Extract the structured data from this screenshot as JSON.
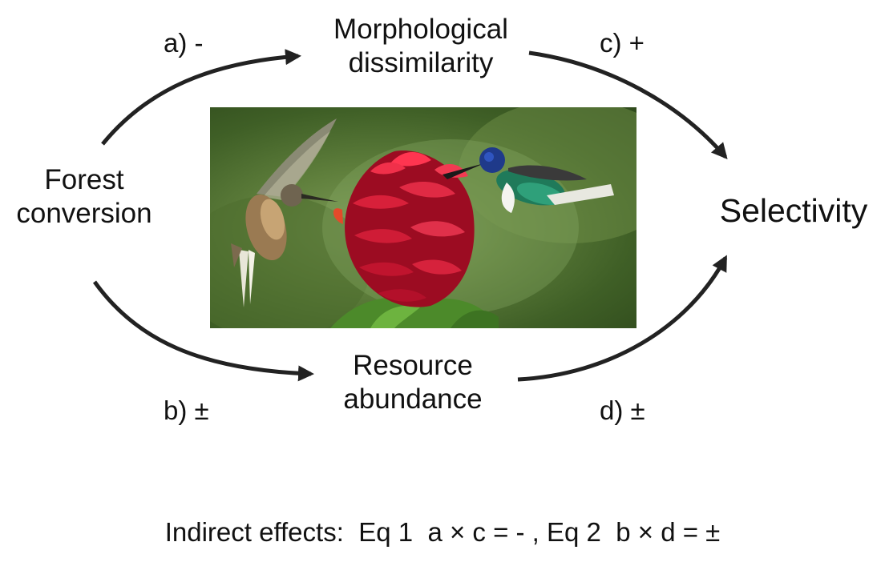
{
  "nodes": {
    "forest": [
      "Forest",
      "conversion"
    ],
    "morph": [
      "Morphological",
      "dissimilarity"
    ],
    "resource": [
      "Resource",
      "abundance"
    ],
    "selectivity": "Selectivity"
  },
  "edges": {
    "a": "a) -",
    "b": "b) ±",
    "c": "c) +",
    "d": "d) ±"
  },
  "equation": {
    "lead": "Indirect effects:  ",
    "eq1": "Eq 1  a × c = -",
    "sep": " , ",
    "eq2": "Eq 2  b × d = ±"
  },
  "colors": {
    "arrow": "#222222",
    "text": "#111111",
    "flower": "#c8102e",
    "background": "#ffffff"
  },
  "icons": {
    "photo": "hummingbirds-feeding-on-red-flower"
  }
}
